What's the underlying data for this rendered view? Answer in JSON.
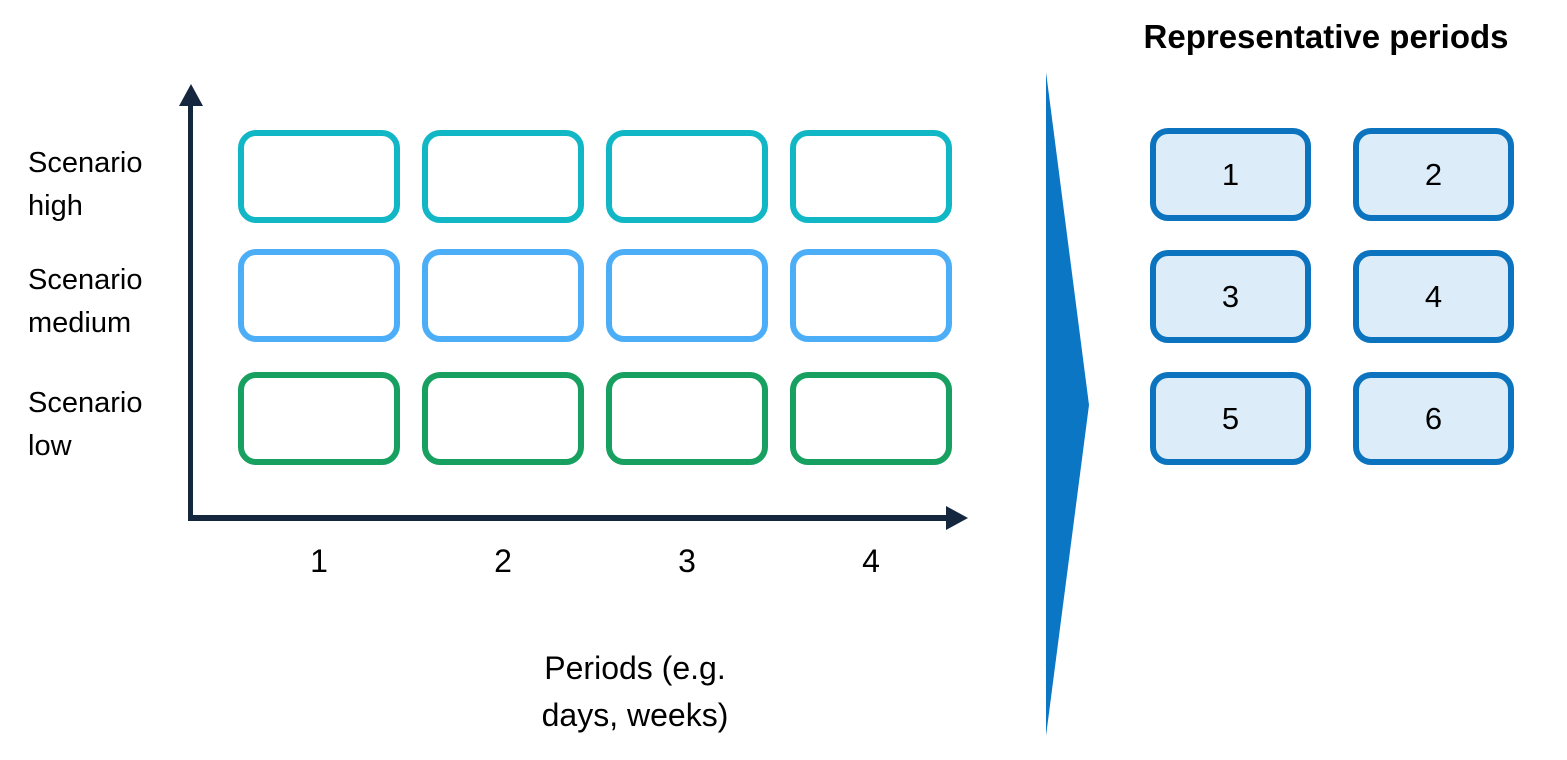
{
  "colors": {
    "scenario-high": "#12B7C6",
    "scenario-medium": "#4DAEF8",
    "scenario-low": "#17A05F",
    "axis": "#14273F",
    "transform-arrow": "#0B76C4",
    "rep-border": "#0C73BE",
    "rep-fill": "#DCEDF9"
  },
  "scenario_chart": {
    "rows": [
      {
        "label": "Scenario high"
      },
      {
        "label": "Scenario medium"
      },
      {
        "label": "Scenario low"
      }
    ],
    "x_ticks": [
      "1",
      "2",
      "3",
      "4"
    ],
    "x_axis_title": "Periods (e.g. days, weeks)"
  },
  "representative_periods": {
    "title": "Representative periods",
    "periods": [
      "1",
      "2",
      "3",
      "4",
      "5",
      "6"
    ]
  }
}
